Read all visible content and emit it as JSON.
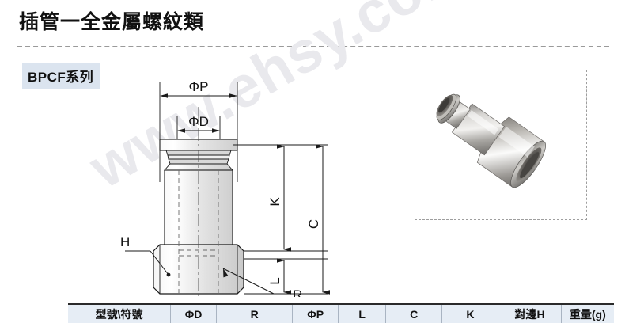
{
  "header": {
    "title": "插管一全金屬螺紋類",
    "series_badge": "BPCF系列"
  },
  "watermark": {
    "text": "www.ehsy.com"
  },
  "drawing": {
    "labels": {
      "phi_p": "ΦP",
      "phi_d": "ΦD",
      "k": "K",
      "c": "C",
      "l": "L",
      "h": "H",
      "r": "R"
    }
  },
  "photo": {
    "alt": "metal straight female threaded push-in tube fitting"
  },
  "table": {
    "columns": [
      {
        "key": "model",
        "label": "型號\\符號",
        "width": 132
      },
      {
        "key": "phi_d",
        "label": "ΦD",
        "width": 56
      },
      {
        "key": "r",
        "label": "R",
        "width": 100
      },
      {
        "key": "phi_p",
        "label": "ΦP",
        "width": 56
      },
      {
        "key": "l",
        "label": "L",
        "width": 60
      },
      {
        "key": "c",
        "label": "C",
        "width": 72
      },
      {
        "key": "k",
        "label": "K",
        "width": 72
      },
      {
        "key": "h",
        "label": "對邊H",
        "width": 78
      },
      {
        "key": "weight",
        "label": "重量(g)",
        "width": 64
      }
    ],
    "rows": []
  },
  "colors": {
    "badge_bg": "#dbe4ef",
    "table_header_bg": "#e6edf5",
    "rule": "#9a9a9a",
    "watermark": "#e9e9ed",
    "ink": "#1a1a1a"
  }
}
